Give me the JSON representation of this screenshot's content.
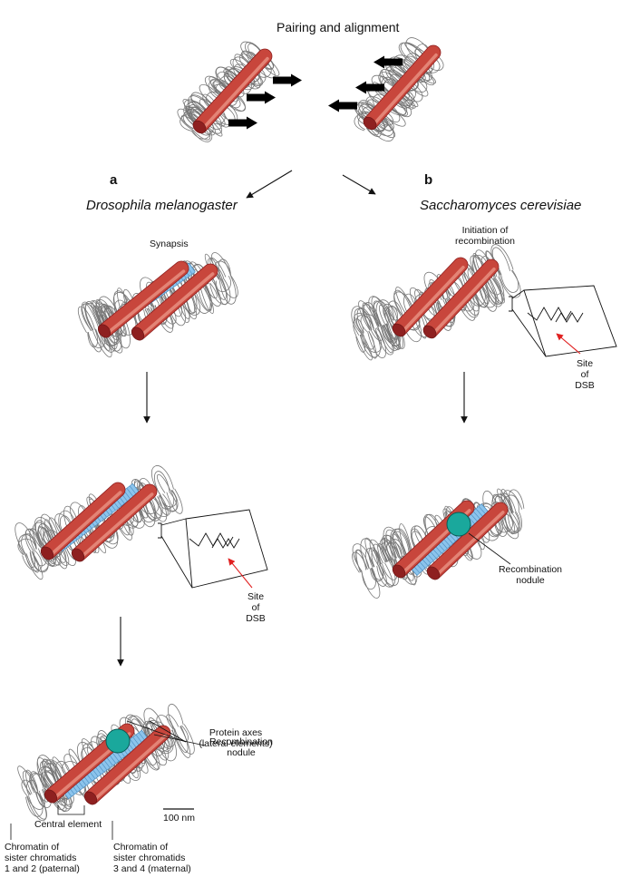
{
  "title": "Pairing and alignment",
  "panels": [
    {
      "letter": "a",
      "species": "Drosophila melanogaster"
    },
    {
      "letter": "b",
      "species": "Saccharomyces cerevisiae"
    }
  ],
  "labels": {
    "synapsis": "Synapsis",
    "initiation_line1": "Initiation of",
    "initiation_line2": "recombination",
    "site_of_dsb": [
      "Site",
      "of",
      "DSB"
    ],
    "recombination_nodule": [
      "Recombination",
      "nodule"
    ],
    "protein_axes": [
      "Protein axes",
      "(lateral elements)"
    ],
    "central_element": "Central element",
    "scale_bar": "100 nm",
    "chromatin_paternal": [
      "Chromatin of",
      "sister chromatids",
      "1 and 2 (paternal)"
    ],
    "chromatin_maternal": [
      "Chromatin of",
      "sister chromatids",
      "3 and 4 (maternal)"
    ]
  },
  "colors": {
    "axis_red": "#c8463c",
    "axis_dark": "#8e2020",
    "central_blue": "#8cc4ec",
    "nodule_teal": "#1aa89c",
    "dsb_arrow": "#e02020",
    "chromatin_line": "#777777"
  }
}
